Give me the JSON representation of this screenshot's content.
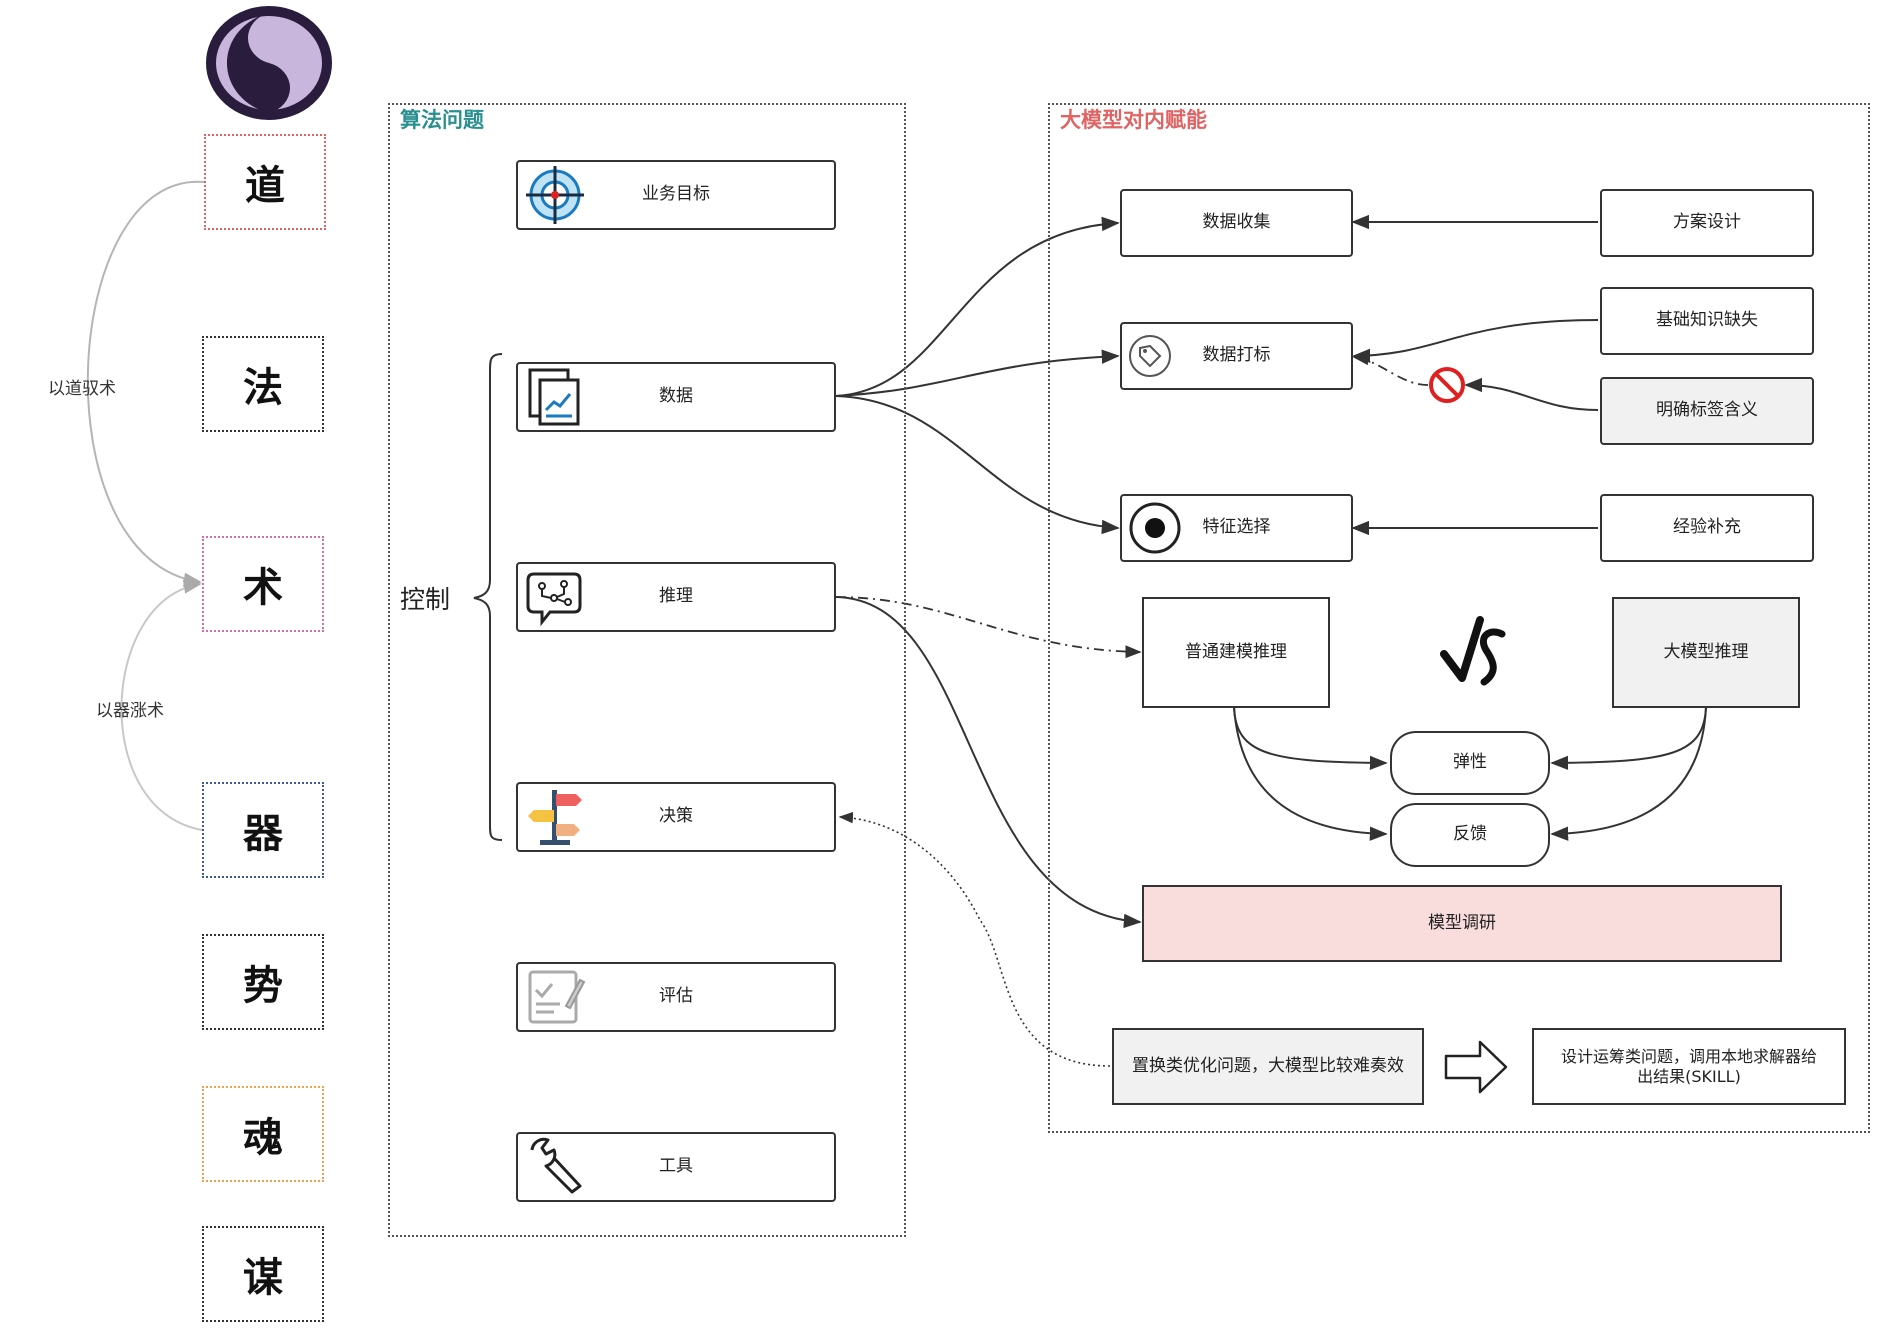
{
  "colors": {
    "algo_title": "#2a8f8f",
    "llm_title": "#e06464",
    "stroke": "#333333",
    "pink_fill": "#f9dcdc",
    "gray_fill": "#f1f1f1",
    "ban_red": "#e02020",
    "yin_dark": "#2a1c3c",
    "yin_light": "#c8b6dc"
  },
  "icons": {
    "logo": "yin-yang-icon",
    "target": "target-icon",
    "data": "chart-document-icon",
    "reasoning": "brain-circuit-icon",
    "decision": "signpost-icon",
    "evaluation": "checklist-icon",
    "tool": "wrench-icon",
    "tag": "tag-icon",
    "radio": "radio-icon",
    "ban": "ban-icon",
    "vs": "vs-icon",
    "arrow": "hollow-arrow-icon"
  },
  "left": {
    "chars": [
      "道",
      "法",
      "术",
      "器",
      "势",
      "魂",
      "谋"
    ],
    "edge_label_1": "以道驭术",
    "edge_label_2": "以器涨术"
  },
  "algo_group": {
    "title": "算法问题",
    "control_label": "控制",
    "nodes": {
      "business": "业务目标",
      "data": "数据",
      "reasoning": "推理",
      "decision": "决策",
      "evaluation": "评估",
      "tool": "工具"
    }
  },
  "llm_group": {
    "title": "大模型对内赋能",
    "nodes": {
      "data_collect": "数据收集",
      "plan_design": "方案设计",
      "data_label": "数据打标",
      "basic_knowledge": "基础知识缺失",
      "label_meaning": "明确标签含义",
      "feature_select": "特征选择",
      "experience": "经验补充",
      "normal_model": "普通建模推理",
      "llm_reasoning": "大模型推理",
      "elasticity": "弹性",
      "feedback": "反馈",
      "model_tuning": "模型调研",
      "replace_problem": "置换类优化问题，大模型比较难奏效",
      "design_problem_1": "设计运筹类问题，调用本地求解器给",
      "design_problem_2": "出结果(SKILL)"
    }
  }
}
